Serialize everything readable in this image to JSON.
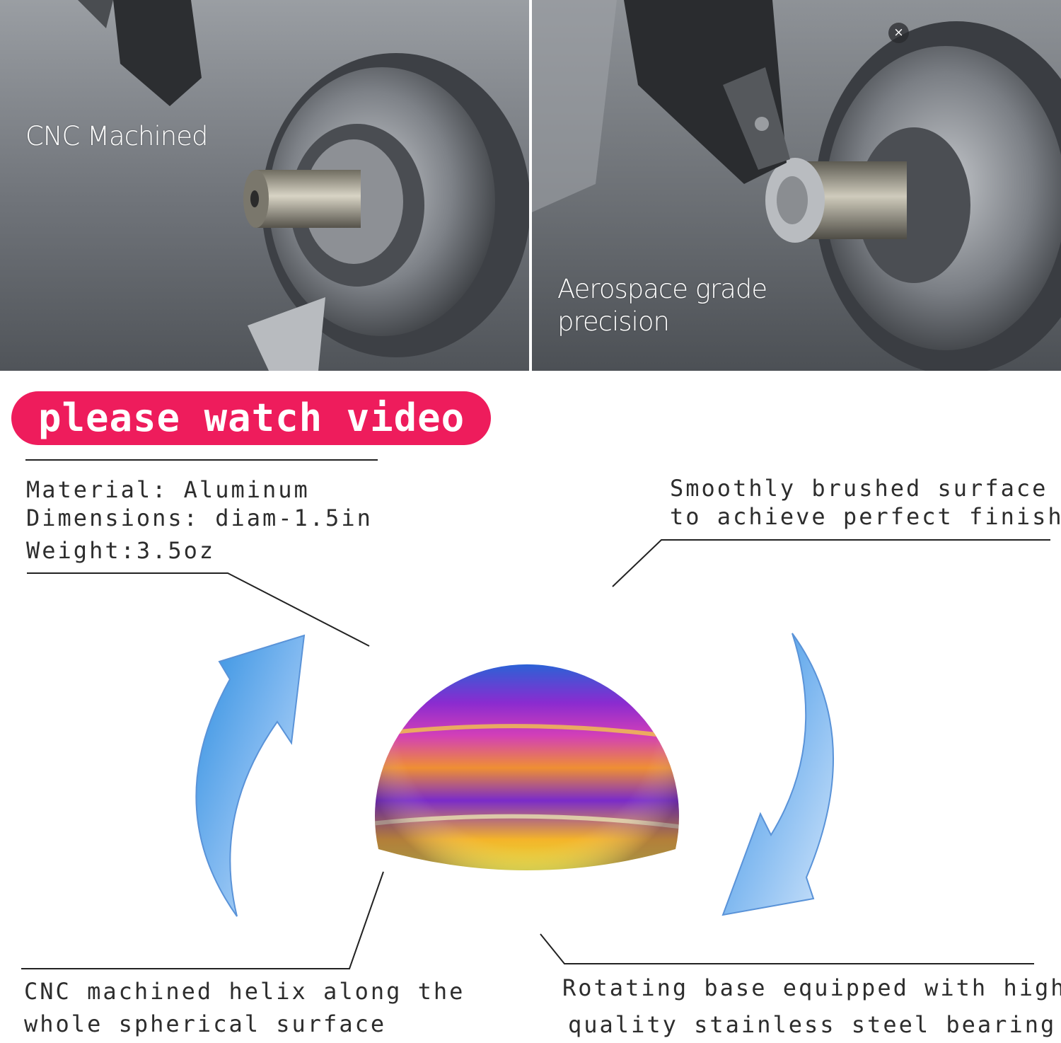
{
  "panels": {
    "left_caption": "CNC Machined",
    "right_caption_line1": "Aerospace grade",
    "right_caption_line2": "precision"
  },
  "close_label": "×",
  "banner": {
    "label": "please watch video",
    "color": "#ee1c5c"
  },
  "specs": {
    "material": "Material: Aluminum",
    "dimensions": "Dimensions: diam-1.5in",
    "weight": "Weight:3.5oz"
  },
  "callouts": {
    "surface_line1": "Smoothly brushed surface",
    "surface_line2": "to achieve perfect finish",
    "helix_line1": "CNC machined helix along the",
    "helix_line2": "whole spherical surface",
    "base_line1": "Rotating base equipped with high",
    "base_line2": "quality stainless steel bearing"
  },
  "icons": {
    "rotate_up": "curved-arrow-up-icon",
    "rotate_down": "curved-arrow-down-icon",
    "close": "close-icon"
  }
}
